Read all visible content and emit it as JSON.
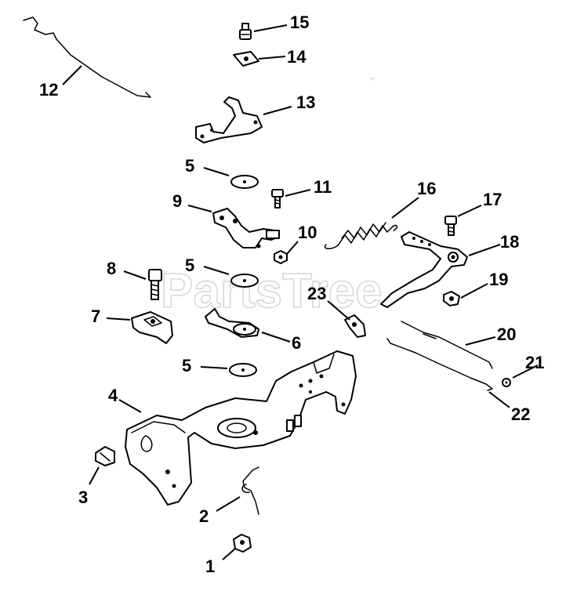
{
  "watermark": {
    "text": "PartsTree",
    "trademark": "™"
  },
  "callouts": [
    "1",
    "2",
    "3",
    "4",
    "5",
    "5",
    "5",
    "6",
    "7",
    "8",
    "9",
    "10",
    "11",
    "12",
    "13",
    "14",
    "15",
    "16",
    "17",
    "18",
    "19",
    "20",
    "21",
    "22",
    "23"
  ]
}
